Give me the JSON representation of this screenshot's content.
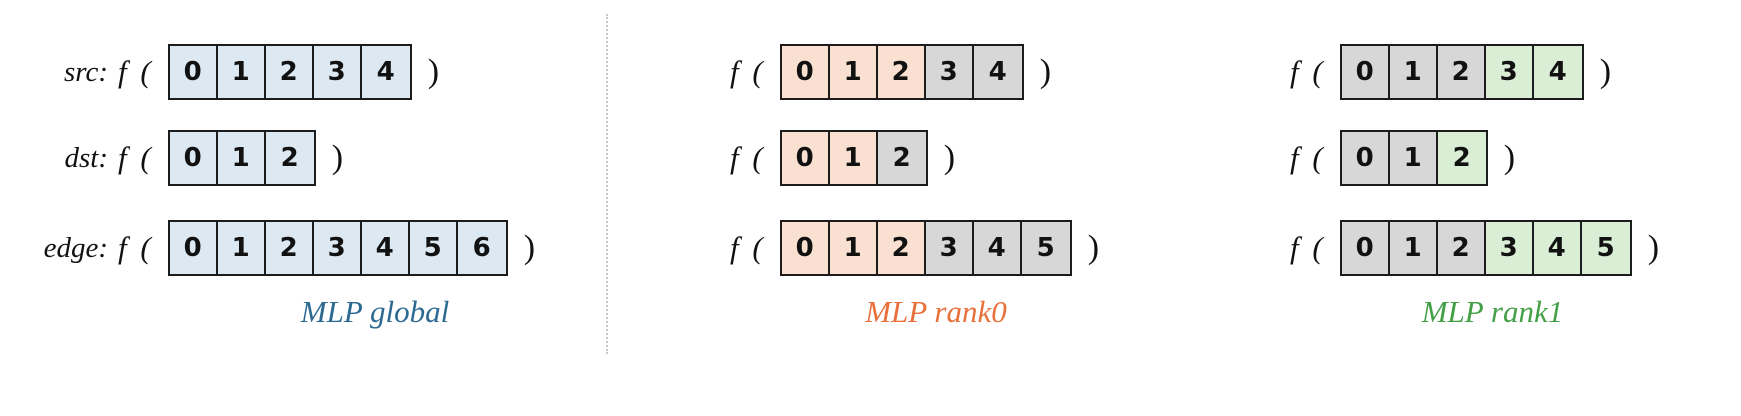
{
  "figure": {
    "background": "#ffffff",
    "divider": "dotted-vertical-separator"
  },
  "palette": {
    "blue_fill": "#dce8f2",
    "peach_fill": "#fae0d0",
    "green_fill": "#d9eed4",
    "gray_fill": "#d7d7d7",
    "border": "#1c1c1c",
    "caption_global": "#2d6a92",
    "caption_rank0": "#e8703a",
    "caption_rank1": "#43a047"
  },
  "panels": [
    {
      "id": "global",
      "caption": "MLP global",
      "caption_color": "#2d6a92",
      "rows": [
        {
          "name": "src",
          "label": "src:",
          "prefix": "f (",
          "suffix": ")",
          "cells": [
            {
              "value": "0",
              "fill": "#dce8f2"
            },
            {
              "value": "1",
              "fill": "#dce8f2"
            },
            {
              "value": "2",
              "fill": "#dce8f2"
            },
            {
              "value": "3",
              "fill": "#dce8f2"
            },
            {
              "value": "4",
              "fill": "#dce8f2"
            }
          ]
        },
        {
          "name": "dst",
          "label": "dst:",
          "prefix": "f (",
          "suffix": ")",
          "cells": [
            {
              "value": "0",
              "fill": "#dce8f2"
            },
            {
              "value": "1",
              "fill": "#dce8f2"
            },
            {
              "value": "2",
              "fill": "#dce8f2"
            }
          ]
        },
        {
          "name": "edge",
          "label": "edge:",
          "prefix": "f (",
          "suffix": ")",
          "cells": [
            {
              "value": "0",
              "fill": "#dce8f2"
            },
            {
              "value": "1",
              "fill": "#dce8f2"
            },
            {
              "value": "2",
              "fill": "#dce8f2"
            },
            {
              "value": "3",
              "fill": "#dce8f2"
            },
            {
              "value": "4",
              "fill": "#dce8f2"
            },
            {
              "value": "5",
              "fill": "#dce8f2"
            },
            {
              "value": "6",
              "fill": "#dce8f2"
            }
          ]
        }
      ]
    },
    {
      "id": "rank0",
      "caption": "MLP rank0",
      "caption_color": "#e8703a",
      "rows": [
        {
          "name": "src",
          "label": "",
          "prefix": "f (",
          "suffix": ")",
          "cells": [
            {
              "value": "0",
              "fill": "#fae0d0"
            },
            {
              "value": "1",
              "fill": "#fae0d0"
            },
            {
              "value": "2",
              "fill": "#fae0d0"
            },
            {
              "value": "3",
              "fill": "#d7d7d7"
            },
            {
              "value": "4",
              "fill": "#d7d7d7"
            }
          ]
        },
        {
          "name": "dst",
          "label": "",
          "prefix": "f (",
          "suffix": ")",
          "cells": [
            {
              "value": "0",
              "fill": "#fae0d0"
            },
            {
              "value": "1",
              "fill": "#fae0d0"
            },
            {
              "value": "2",
              "fill": "#d7d7d7"
            }
          ]
        },
        {
          "name": "edge",
          "label": "",
          "prefix": "f (",
          "suffix": ")",
          "cells": [
            {
              "value": "0",
              "fill": "#fae0d0"
            },
            {
              "value": "1",
              "fill": "#fae0d0"
            },
            {
              "value": "2",
              "fill": "#fae0d0"
            },
            {
              "value": "3",
              "fill": "#d7d7d7"
            },
            {
              "value": "4",
              "fill": "#d7d7d7"
            },
            {
              "value": "5",
              "fill": "#d7d7d7"
            }
          ]
        }
      ]
    },
    {
      "id": "rank1",
      "caption": "MLP rank1",
      "caption_color": "#43a047",
      "rows": [
        {
          "name": "src",
          "label": "",
          "prefix": "f (",
          "suffix": ")",
          "cells": [
            {
              "value": "0",
              "fill": "#d7d7d7"
            },
            {
              "value": "1",
              "fill": "#d7d7d7"
            },
            {
              "value": "2",
              "fill": "#d7d7d7"
            },
            {
              "value": "3",
              "fill": "#d9eed4"
            },
            {
              "value": "4",
              "fill": "#d9eed4"
            }
          ]
        },
        {
          "name": "dst",
          "label": "",
          "prefix": "f (",
          "suffix": ")",
          "cells": [
            {
              "value": "0",
              "fill": "#d7d7d7"
            },
            {
              "value": "1",
              "fill": "#d7d7d7"
            },
            {
              "value": "2",
              "fill": "#d9eed4"
            }
          ]
        },
        {
          "name": "edge",
          "label": "",
          "prefix": "f (",
          "suffix": ")",
          "cells": [
            {
              "value": "0",
              "fill": "#d7d7d7"
            },
            {
              "value": "1",
              "fill": "#d7d7d7"
            },
            {
              "value": "2",
              "fill": "#d7d7d7"
            },
            {
              "value": "3",
              "fill": "#d9eed4"
            },
            {
              "value": "4",
              "fill": "#d9eed4"
            },
            {
              "value": "5",
              "fill": "#d9eed4"
            }
          ]
        }
      ]
    }
  ]
}
